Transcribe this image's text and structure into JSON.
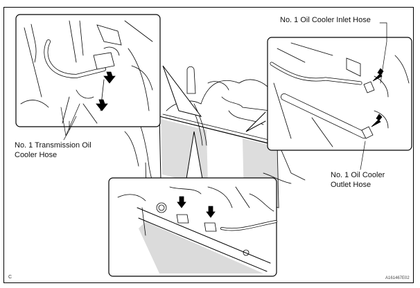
{
  "figure": {
    "corner_letter": "C",
    "figure_code": "A161467E02",
    "labels": {
      "inlet_hose": "No. 1 Oil Cooler Inlet Hose",
      "transmission_hose_line1": "No. 1 Transmission Oil",
      "transmission_hose_line2": "Cooler Hose",
      "outlet_hose_line1": "No. 1 Oil Cooler",
      "outlet_hose_line2": "Outlet Hose"
    },
    "colors": {
      "line": "#000000",
      "background": "#ffffff"
    }
  }
}
